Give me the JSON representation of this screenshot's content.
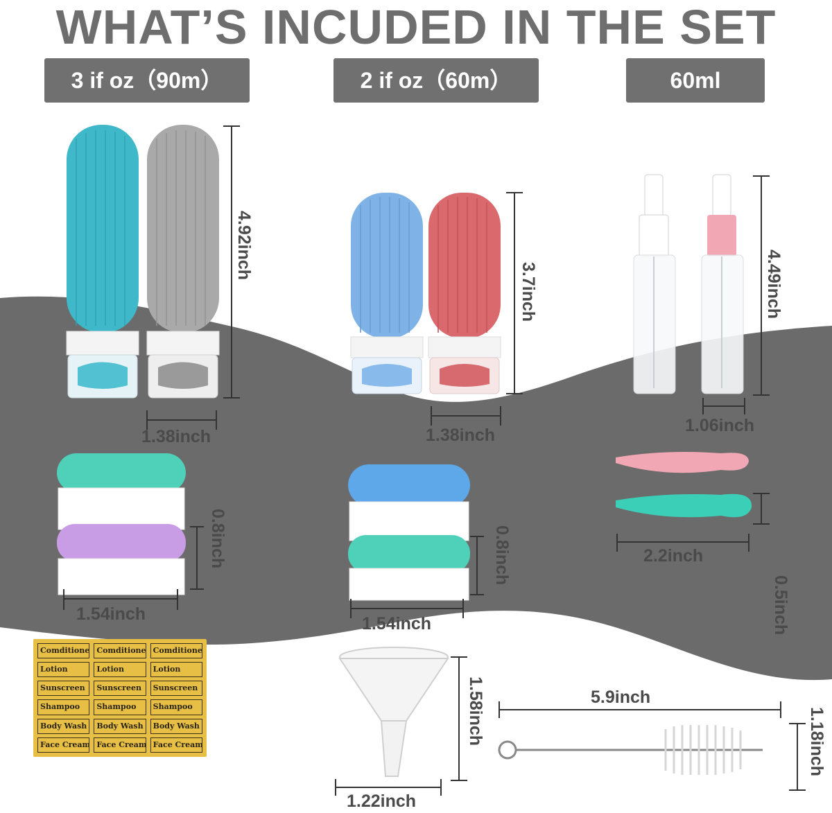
{
  "headline": "WHAT’S INCUDED IN THE SET",
  "capacity_labels": [
    "3 if oz（90m）",
    "2 if oz（60m）",
    "60ml"
  ],
  "dimensions": {
    "large_bottle_height": "4.92inch",
    "large_bottle_width": "1.38inch",
    "small_bottle_height": "3.7inch",
    "small_bottle_width": "1.38inch",
    "spray_height": "4.49inch",
    "spray_width": "1.06inch",
    "jar_left_height": "0.8inch",
    "jar_left_width": "1.54inch",
    "jar_mid_height": "0.8inch",
    "jar_mid_width": "1.54inch",
    "spoon_width": "2.2inch",
    "spoon_height": "0.5inch",
    "funnel_height": "1.58inch",
    "funnel_width": "1.22inch",
    "brush_length": "5.9inch",
    "brush_height": "1.18inch"
  },
  "label_sheet": {
    "rows": [
      [
        "Comditioner",
        "Comditioner",
        "Comditioner"
      ],
      [
        "Lotion",
        "Lotion",
        "Lotion"
      ],
      [
        "Sunscreen",
        "Sunscreen",
        "Sunscreen"
      ],
      [
        "Shampoo",
        "Shampoo",
        "Shampoo"
      ],
      [
        "Body Wash",
        "Body Wash",
        "Body Wash"
      ],
      [
        "Face Cream",
        "Face Cream",
        "Face Cream"
      ]
    ]
  },
  "colors": {
    "wave": "#6b6b6b",
    "pill": "#707070",
    "teal": "#3fb9c9",
    "gray_bottle": "#a9a9a9",
    "blue": "#7fb3e8",
    "red": "#d9696d",
    "mint": "#4fd0b8",
    "purple": "#c99ce6",
    "sky": "#5ea8ea",
    "pink": "#f2a7b5",
    "label_gold": "#e8bf45"
  }
}
